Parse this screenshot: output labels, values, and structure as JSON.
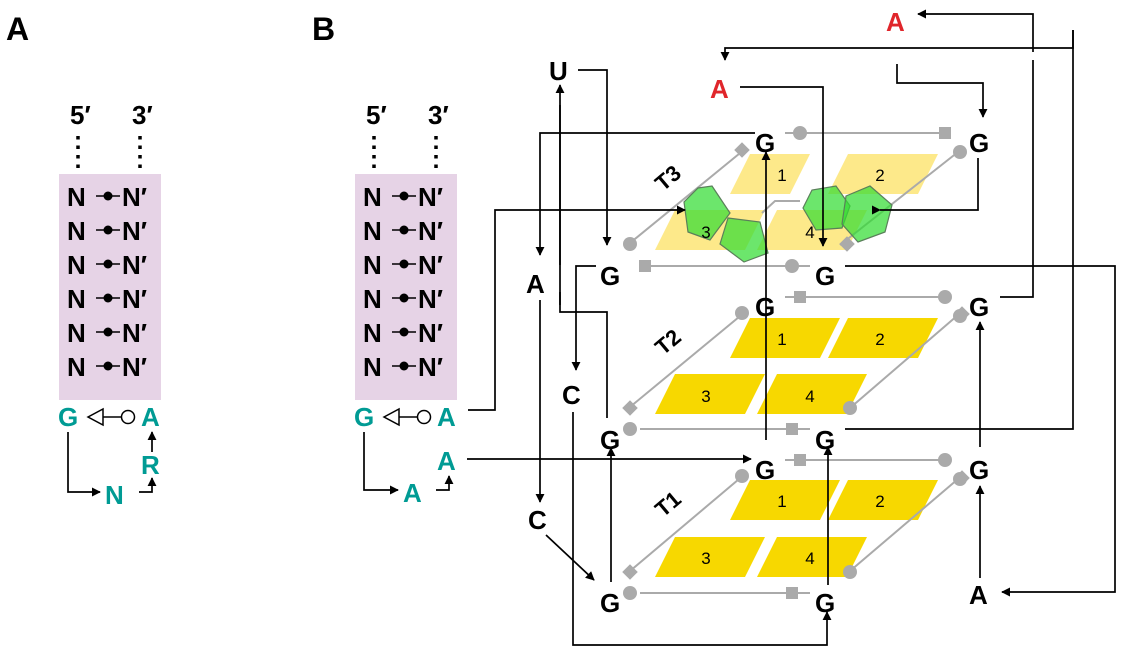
{
  "panels": {
    "a": {
      "label": "A",
      "end5": "5′",
      "end3": "3′",
      "pairs": [
        {
          "left": "N",
          "right": "N′"
        },
        {
          "left": "N",
          "right": "N′"
        },
        {
          "left": "N",
          "right": "N′"
        },
        {
          "left": "N",
          "right": "N′"
        },
        {
          "left": "N",
          "right": "N′"
        },
        {
          "left": "N",
          "right": "N′"
        }
      ],
      "sheared_left": "G",
      "sheared_right": "A",
      "loop_r": "R",
      "loop_n": "N"
    },
    "b": {
      "label": "B",
      "end5": "5′",
      "end3": "3′",
      "pairs": [
        {
          "left": "N",
          "right": "N′"
        },
        {
          "left": "N",
          "right": "N′"
        },
        {
          "left": "N",
          "right": "N′"
        },
        {
          "left": "N",
          "right": "N′"
        },
        {
          "left": "N",
          "right": "N′"
        },
        {
          "left": "N",
          "right": "N′"
        }
      ],
      "sheared_left": "G",
      "sheared_right": "A",
      "loop_a1": "A",
      "loop_a2": "A",
      "tetrads": [
        {
          "label": "T3",
          "numbers": [
            "1",
            "2",
            "3",
            "4"
          ]
        },
        {
          "label": "T2",
          "numbers": [
            "1",
            "2",
            "3",
            "4"
          ]
        },
        {
          "label": "T1",
          "numbers": [
            "1",
            "2",
            "3",
            "4"
          ]
        }
      ],
      "loop_nts": {
        "u": "U",
        "a_left": "A",
        "c_upper": "C",
        "c_lower": "C",
        "a_red_top": "A",
        "a_red_mid": "A",
        "a_bottom_right": "A"
      },
      "guanine": "G"
    }
  },
  "colors": {
    "stem_bg": "#e6d3e6",
    "teal": "#009b94",
    "red": "#e0262b",
    "tetrad_top": "#fde98a",
    "tetrad": "#f7d800",
    "intercalator": "#33dd33",
    "connector_gray": "#aaaaaa"
  }
}
